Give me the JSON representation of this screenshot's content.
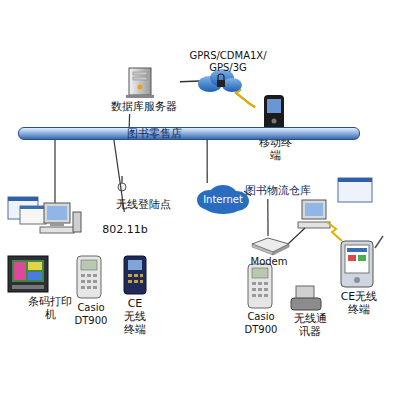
{
  "diagram": {
    "nodes": [
      {
        "text": [
          "数据库服务器"
        ]
      },
      {
        "text": [
          "移动终端"
        ]
      },
      {
        "text": [
          "图书零售店"
        ]
      },
      {
        "text": [
          "无线登陆点"
        ]
      },
      {
        "text": [
          "条码打印机"
        ]
      },
      {
        "text": [
          "Casio DT900"
        ]
      },
      {
        "text": [
          "CE 无线 终端"
        ]
      },
      {
        "text": [
          "Internet"
        ]
      },
      {
        "text": [
          "图书物流仓库"
        ]
      },
      {
        "text": [
          "Modem"
        ]
      },
      {
        "text": [
          "Casio DT900"
        ]
      },
      {
        "text": [
          "无线通讯器"
        ]
      },
      {
        "text": [
          "CE无线终端"
        ]
      }
    ],
    "edges": [
      {
        "from": 0,
        "to": 2,
        "arrow": "none"
      },
      {
        "from": 0,
        "to": 1,
        "label": "GPRS/CDMA1X/GPS/3G",
        "arrow": "none"
      },
      {
        "from": 2,
        "to": 3,
        "arrow": "none"
      },
      {
        "from": 2,
        "to": 7,
        "arrow": "none"
      },
      {
        "from": 7,
        "to": 8,
        "arrow": "none"
      },
      {
        "from": 8,
        "to": 9,
        "arrow": "none"
      }
    ],
    "labels": [
      "802.11b"
    ]
  }
}
